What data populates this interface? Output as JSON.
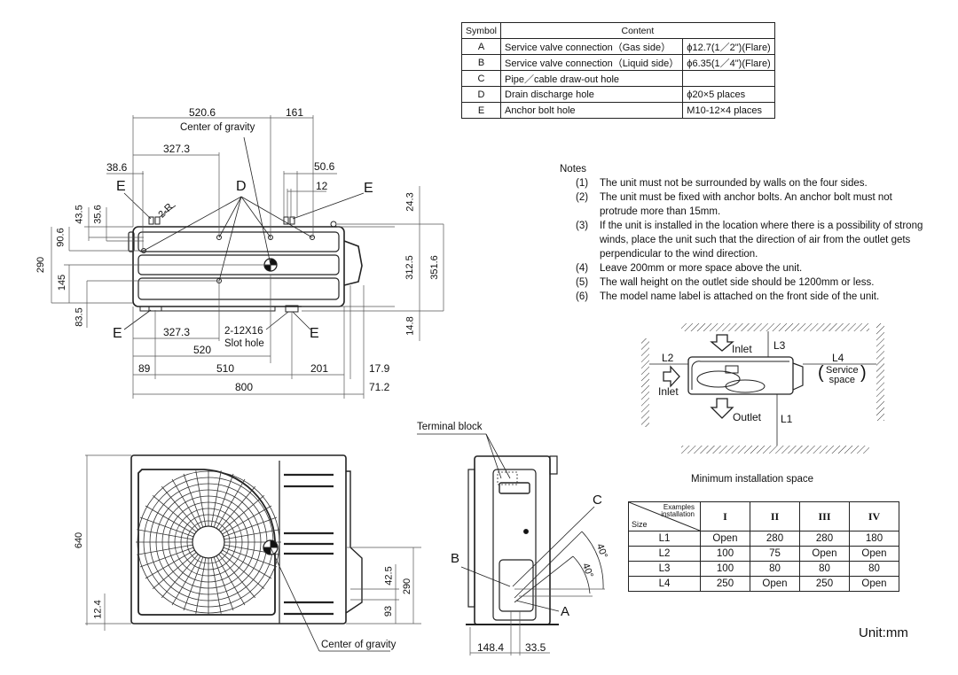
{
  "symbol_table": {
    "headers": [
      "Symbol",
      "Content"
    ],
    "rows": [
      {
        "symbol": "A",
        "description": "Service valve connection（Gas side）",
        "spec": "ϕ12.7(1／2\")(Flare)"
      },
      {
        "symbol": "B",
        "description": "Service valve connection（Liquid side）",
        "spec": "ϕ6.35(1／4\")(Flare)"
      },
      {
        "symbol": "C",
        "description": "Pipe／cable draw-out hole",
        "spec": ""
      },
      {
        "symbol": "D",
        "description": "Drain discharge hole",
        "spec": "ϕ20×5 places"
      },
      {
        "symbol": "E",
        "description": "Anchor bolt hole",
        "spec": "M10-12×4 places"
      }
    ]
  },
  "notes": {
    "title": "Notes",
    "items": [
      {
        "num": "(1)",
        "text": "The unit must not be surrounded by walls on the four sides."
      },
      {
        "num": "(2)",
        "text": "The unit must be fixed with anchor bolts. An anchor bolt must not protrude more than 15mm."
      },
      {
        "num": "(3)",
        "text": "If the unit is installed in the location where there is a possibility of strong winds, place the unit such that the direction of air from the outlet gets perpendicular to the wind direction."
      },
      {
        "num": "(4)",
        "text": "Leave 200mm or more space above the unit."
      },
      {
        "num": "(5)",
        "text": "The wall height on the outlet side should be 1200mm or less."
      },
      {
        "num": "(6)",
        "text": "The model name label is attached on the front side of the unit."
      }
    ]
  },
  "top_view": {
    "labels": {
      "center_of_gravity": "Center of gravity",
      "d": "D",
      "e": "E",
      "two_r": "2-R",
      "slot_hole_1": "2-12X16",
      "slot_hole_2": "Slot hole"
    },
    "dims": {
      "d520_6": "520.6",
      "d161": "161",
      "d327_3_top": "327.3",
      "d38_6": "38.6",
      "d50_6": "50.6",
      "d12": "12",
      "d43_5": "43.5",
      "d35_6": "35.6",
      "d90_6": "90.6",
      "d290": "290",
      "d145": "145",
      "d83_5": "83.5",
      "d24_3": "24.3",
      "d312_5": "312.5",
      "d351_6": "351.6",
      "d14_8": "14.8",
      "d327_3_bot": "327.3",
      "d520": "520",
      "d89": "89",
      "d510": "510",
      "d201": "201",
      "d17_9": "17.9",
      "d800": "800",
      "d71_2": "71.2"
    }
  },
  "front_view": {
    "labels": {
      "center_of_gravity": "Center of gravity"
    },
    "dims": {
      "d640": "640",
      "d12_4": "12.4",
      "d42_5": "42.5",
      "d290": "290",
      "d93": "93"
    }
  },
  "side_view": {
    "labels": {
      "terminal_block": "Terminal block",
      "a": "A",
      "b": "B",
      "c": "C"
    },
    "dims": {
      "angle1": "40°",
      "angle2": "40°",
      "d148_4": "148.4",
      "d33_5": "33.5"
    }
  },
  "installation_diagram": {
    "labels": {
      "inlet_top": "Inlet",
      "inlet_left": "Inlet",
      "outlet": "Outlet",
      "l1": "L1",
      "l2": "L2",
      "l3": "L3",
      "l4": "L4",
      "service_1": "Service",
      "service_2": "space"
    },
    "caption": "Minimum installation space"
  },
  "space_table": {
    "corner_top_1": "Examples",
    "corner_top_2": "installation",
    "corner_bottom": "Size",
    "columns": [
      "I",
      "II",
      "III",
      "IV"
    ],
    "rows": [
      {
        "size": "L1",
        "values": [
          "Open",
          "280",
          "280",
          "180"
        ]
      },
      {
        "size": "L2",
        "values": [
          "100",
          "75",
          "Open",
          "Open"
        ]
      },
      {
        "size": "L3",
        "values": [
          "100",
          "80",
          "80",
          "80"
        ]
      },
      {
        "size": "L4",
        "values": [
          "250",
          "Open",
          "250",
          "Open"
        ]
      }
    ]
  },
  "unit_label": "Unit:mm"
}
